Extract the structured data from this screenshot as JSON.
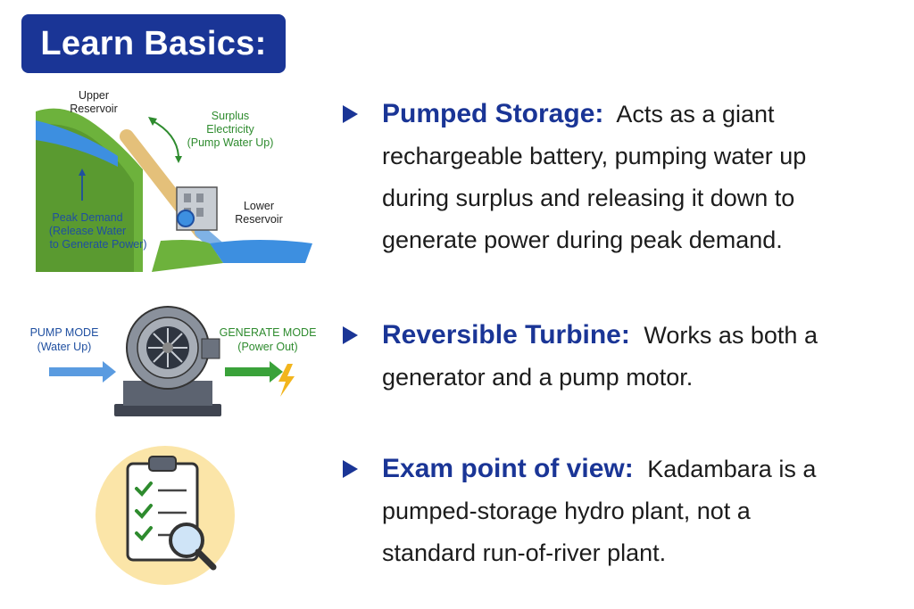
{
  "title": "Learn Basics:",
  "pumped_storage": {
    "heading": "Pumped Storage:",
    "body": "Acts as a giant rechargeable battery, pumping water up during surplus and releasing it down to generate power during peak demand.",
    "labels": {
      "upper_1": "Upper",
      "upper_2": "Reservoir",
      "surplus_1": "Surplus",
      "surplus_2": "Electricity",
      "surplus_3": "(Pump Water Up)",
      "lower_1": "Lower",
      "lower_2": "Reservoir",
      "peak_1": "Peak Demand",
      "peak_2": "(Release Water",
      "peak_3": "to Generate Power)"
    }
  },
  "reversible_turbine": {
    "heading": "Reversible Turbine:",
    "body": "Works as both a generator and a pump motor.",
    "labels": {
      "pump_1": "PUMP MODE",
      "pump_2": "(Water Up)",
      "gen_1": "GENERATE MODE",
      "gen_2": "(Power Out)"
    }
  },
  "exam": {
    "heading": "Exam point of view:",
    "body": "Kadambara is a pumped-storage hydro plant, not a standard run-of-river plant."
  },
  "colors": {
    "accent": "#1a3596",
    "label_blue": "#1f4fa0",
    "label_green": "#2e8b2e",
    "water": "#3d8fe0",
    "grass": "#6db23c",
    "clipboard_bg": "#fbe5a8"
  },
  "icons": [
    "reservoir-illustration",
    "turbine-illustration",
    "lightning-icon",
    "clipboard-icon",
    "magnifier-icon",
    "checkmark-icon"
  ]
}
